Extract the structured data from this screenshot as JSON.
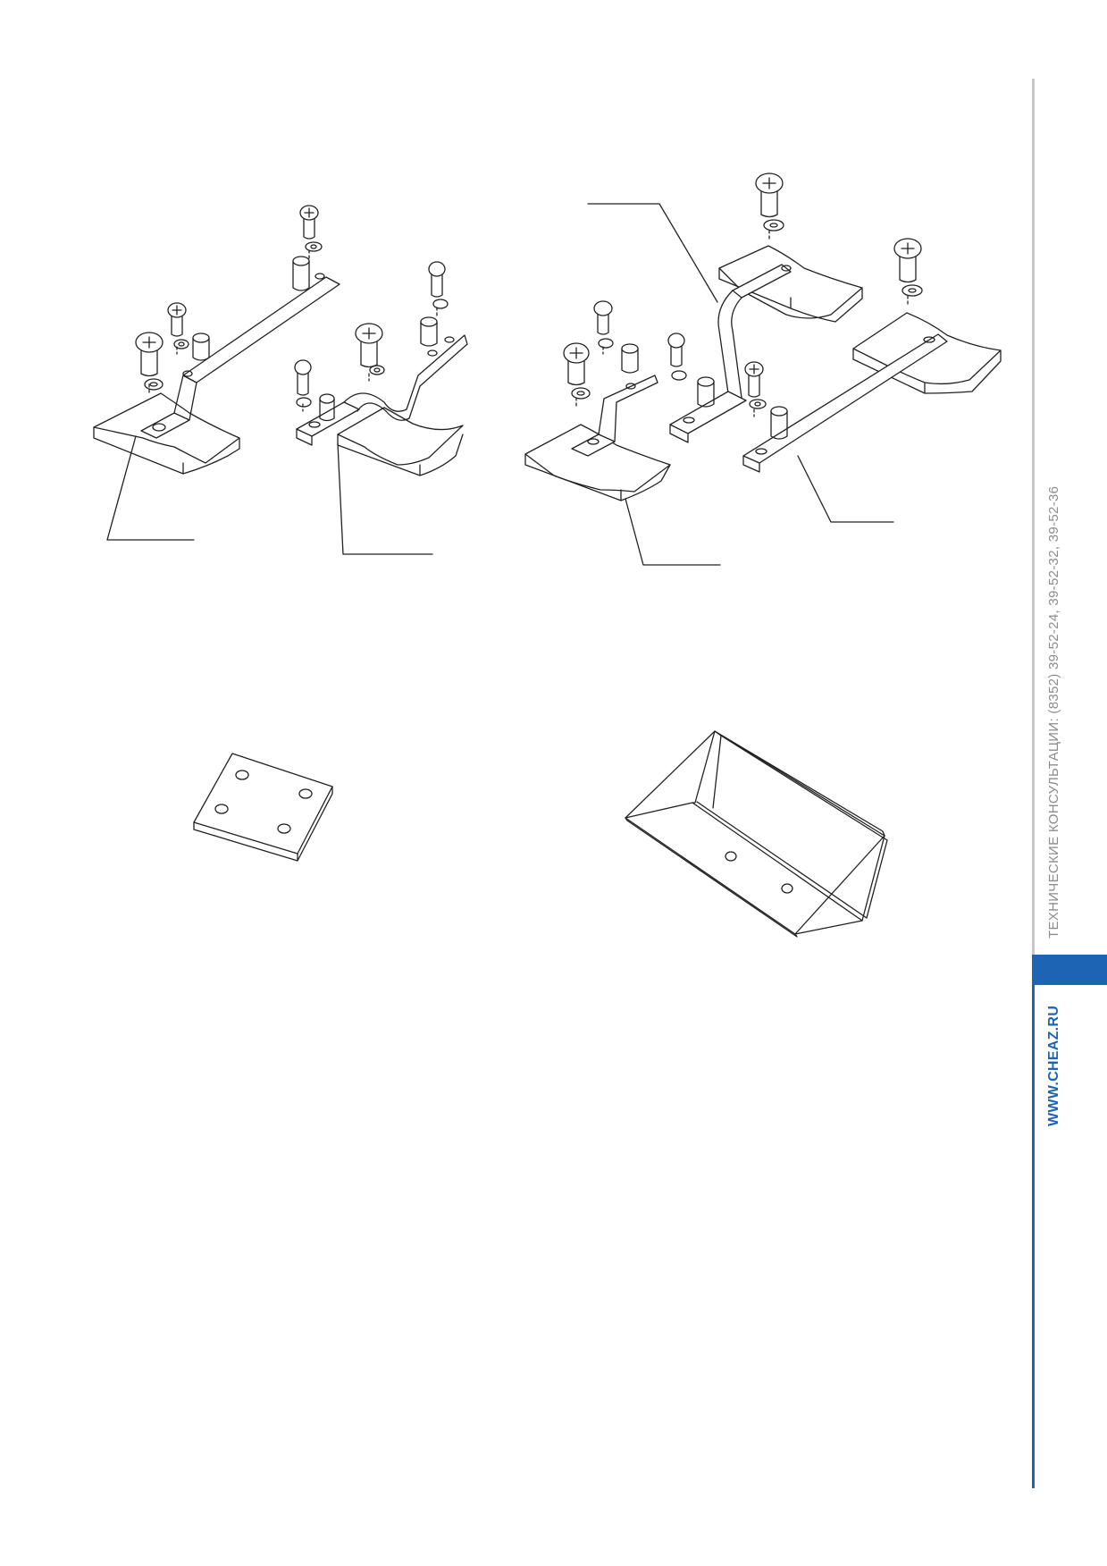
{
  "sidebar": {
    "contact_text": "ТЕХНИЧЕСКИЕ КОНСУЛЬТАЦИИ: (8352) 39-52-24, 39-52-32, 39-52-36",
    "website": "WWW.CHEAZ.RU",
    "accent_color": "#1e64b4",
    "rule_color": "#c8c8c8"
  },
  "figures": [
    {
      "name": "busbar-connection-offset-strip"
    },
    {
      "name": "busbar-connection-double-bend-strip"
    },
    {
      "name": "busbar-connection-angle-bracket"
    },
    {
      "name": "busbar-connection-flat-strip"
    },
    {
      "name": "square-plate-four-holes"
    },
    {
      "name": "u-channel-two-holes"
    }
  ]
}
